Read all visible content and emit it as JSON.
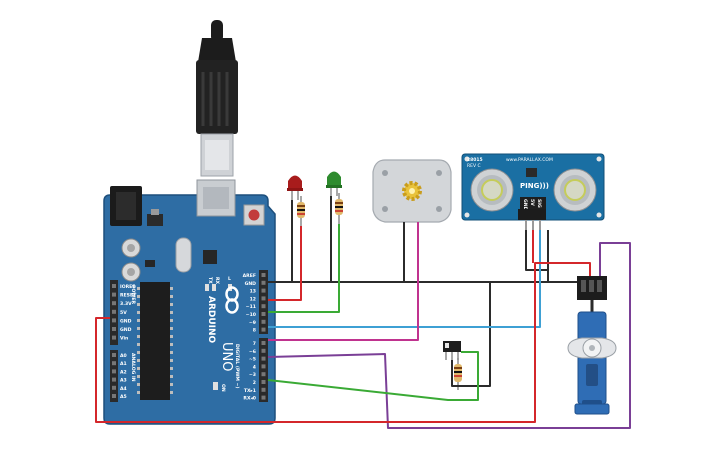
{
  "colors": {
    "board": "#2e6da4",
    "board_edge": "#1d4f7c",
    "wire_red": "#d4272b",
    "wire_black": "#2b2b2b",
    "wire_green": "#3aaa35",
    "wire_blue": "#3ea0d4",
    "wire_magenta": "#c0338f",
    "wire_purple": "#7a3f96",
    "led_red": "#a81c1c",
    "led_green": "#2e8b2e",
    "servo_body": "#2f6db5",
    "sensor_board": "#1a6fa3"
  },
  "arduino": {
    "brand": "ARDUINO",
    "model": "UNO",
    "logo_icon": "infinity-icon",
    "on_label": "ON",
    "tx_label": "TX",
    "rx_label": "RX",
    "l_label": "L",
    "digital_label": "DIGITAL (PWM ~)",
    "analog_label": "ANALOG IN",
    "power_label": "POWER",
    "header_top": [
      "AREF",
      "GND",
      "13",
      "12",
      "~11",
      "~10",
      "~9",
      "8"
    ],
    "header_bottom": [
      "7",
      "~6",
      "~5",
      "4",
      "~3",
      "2",
      "TX▸1",
      "RX◂0"
    ],
    "power_pins": [
      "IOREF",
      "RESET",
      "3.3V",
      "5V",
      "GND",
      "GND",
      "Vin"
    ],
    "analog_pins": [
      "A0",
      "A1",
      "A2",
      "A3",
      "A4",
      "A5"
    ]
  },
  "ping_sensor": {
    "part_number": "28015",
    "revision": "REV C",
    "maker": "www.PARALLAX.COM",
    "name": "PING)))",
    "pin_labels": [
      "GND",
      "5V",
      "SIG"
    ]
  }
}
